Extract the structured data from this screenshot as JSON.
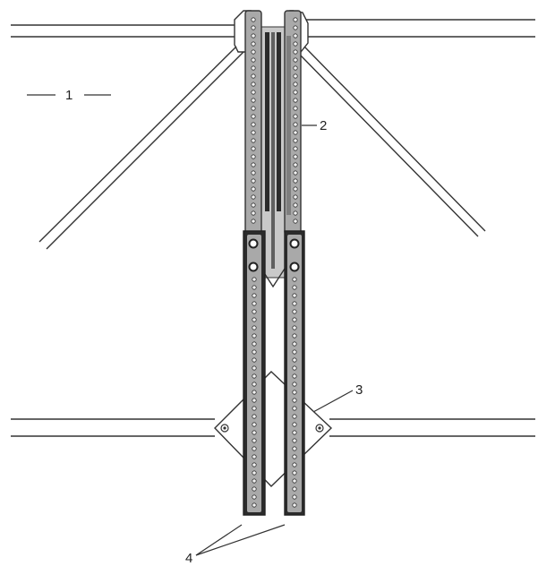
{
  "callouts": {
    "c1": "1",
    "c2": "2",
    "c3": "3",
    "c4": "4"
  },
  "colors": {
    "rail": "#a9a9a9",
    "rail_dark": "#2b2b2b",
    "line": "#333333",
    "background": "#ffffff"
  }
}
